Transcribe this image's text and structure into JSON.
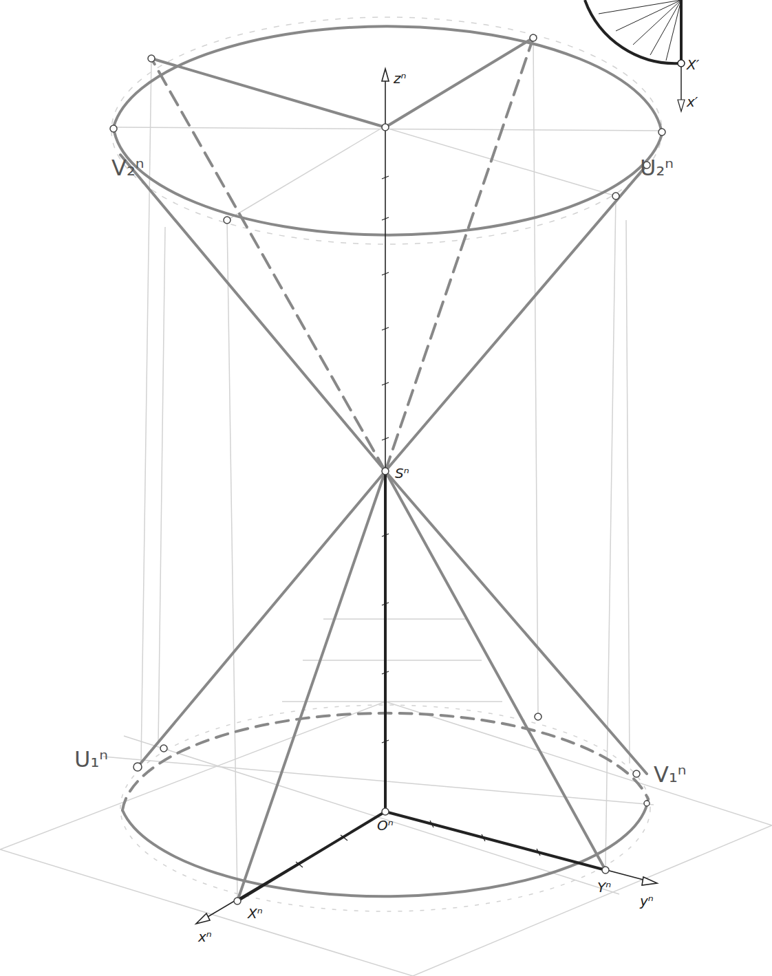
{
  "diagram": {
    "labels": [
      "X′",
      "x′",
      "zⁿ",
      "V₂ⁿ",
      "U₂ⁿ",
      "Sⁿ",
      "U₁ⁿ",
      "V₁ⁿ",
      "Oⁿ",
      "Xⁿ",
      "xⁿ",
      "Yⁿ",
      "yⁿ"
    ]
  }
}
